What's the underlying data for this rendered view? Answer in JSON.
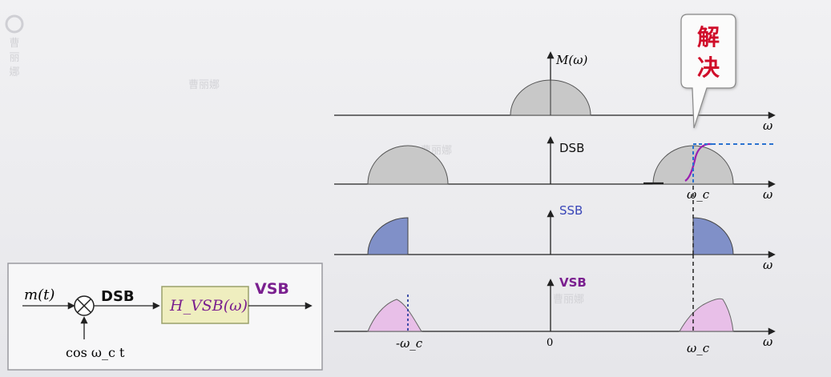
{
  "watermark": {
    "logo_text": "曹\n丽\n娜",
    "overlay_text": "曹丽娜"
  },
  "panels": [
    {
      "label": "M(ω)",
      "axis_label": "ω"
    },
    {
      "label": "DSB",
      "axis_label": "ω",
      "carrier_label": "ω_c"
    },
    {
      "label": "SSB",
      "axis_label": "ω"
    },
    {
      "label": "VSB",
      "axis_label": "ω",
      "neg_carrier_label": "-ω_c",
      "origin_label": "0",
      "carrier_label": "ω_c"
    }
  ],
  "callout": {
    "char1": "解",
    "char2": "决"
  },
  "block_diagram": {
    "input_label": "m(t)",
    "dsb_label": "DSB",
    "filter_label": "H_VSB(ω)",
    "output_label": "VSB",
    "carrier_label": "cos ω_c t"
  },
  "colors": {
    "accent_purple": "#7a1f8f",
    "ssb_blue": "#8090c8",
    "vsb_pink": "#e8bfe8",
    "dsb_gray": "#c8c8c8",
    "callout_red": "#d0112b"
  }
}
